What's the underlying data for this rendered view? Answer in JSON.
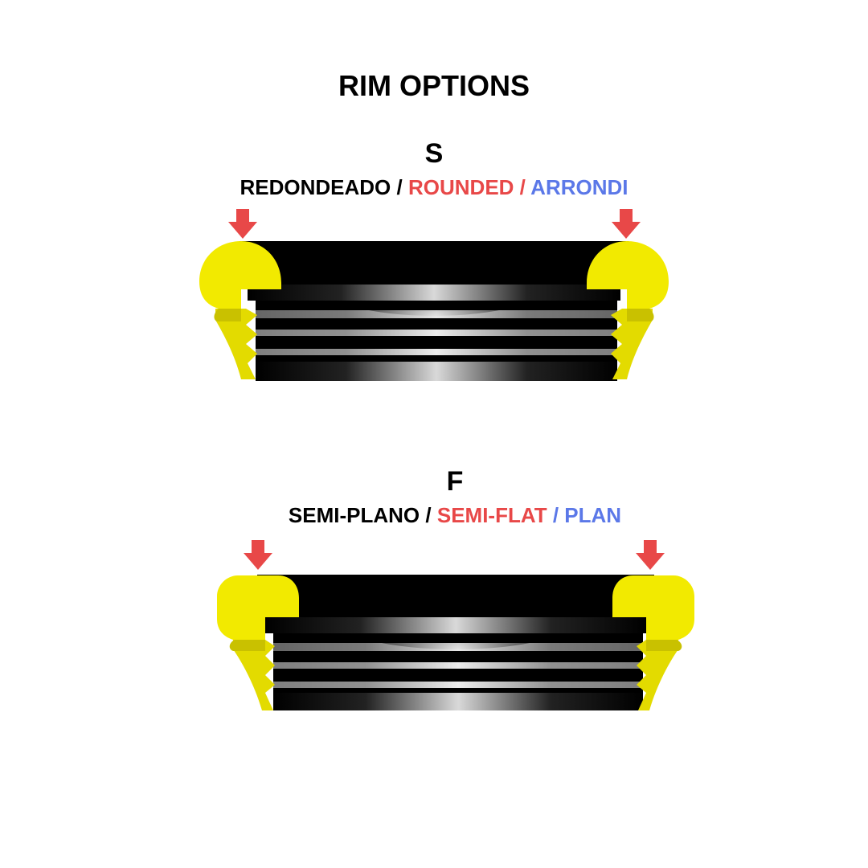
{
  "title": "RIM OPTIONS",
  "options": [
    {
      "code": "S",
      "label_es": "REDONDEADO",
      "label_en": "ROUNDED",
      "label_fr": "ARRONDI",
      "separator": "/",
      "rim_shape": "rounded"
    },
    {
      "code": "F",
      "label_es": "SEMI-PLANO",
      "label_en": "SEMI-FLAT",
      "label_fr": "PLAN",
      "separator": "/",
      "rim_shape": "semi-flat"
    }
  ],
  "colors": {
    "rim": "#f2ea00",
    "rim_shade": "#c9c100",
    "body": "#000000",
    "arrow": "#e84848",
    "english": "#e84848",
    "french": "#5b78e8"
  },
  "icons": {
    "arrow": "arrow-down-icon"
  }
}
